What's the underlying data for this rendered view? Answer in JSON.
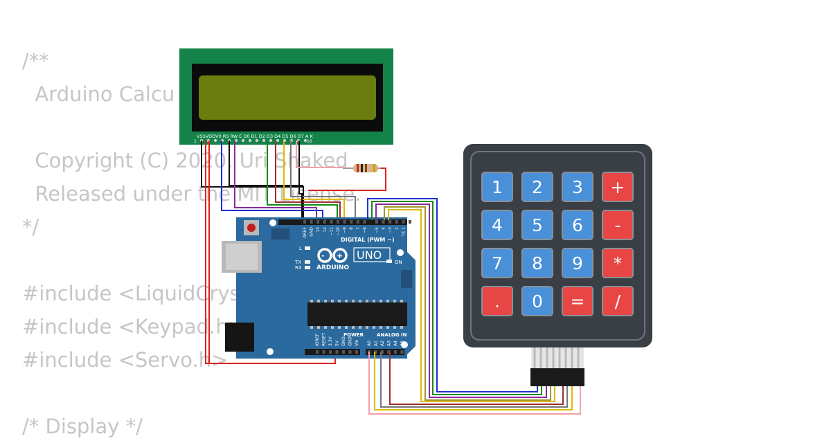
{
  "code_lines": [
    "/**",
    "  Arduino Calcu",
    "",
    "  Copyright (C) 2020, Uri Shaked",
    "  Released under the MIT License.",
    "*/",
    "",
    "#include <LiquidCrys",
    "#include <Keypad.h>",
    "#include <Servo.h>",
    "",
    "/* Display */"
  ],
  "lcd": {
    "pin_labels": "VSSVDDV0 RS RW E  D0 D1 D2 D3 D4 D5 D6 D7 A  K",
    "pin_first": "1",
    "pin_last": "16",
    "bezel_color": "#14834a",
    "screen_color": "#6a7d0e"
  },
  "arduino": {
    "logo_text": "ARDUINO",
    "model": "UNO",
    "digital_label": "DIGITAL (PWM ~)",
    "power_label": "POWER",
    "analog_label": "ANALOG IN",
    "on_label": "ON",
    "led_l": "L",
    "led_tx": "TX",
    "led_rx": "RX",
    "top_pins": [
      "AREF",
      "GND",
      "13",
      "12",
      "~11",
      "~10",
      "~9",
      "8",
      "7",
      "~6",
      "~5",
      "4",
      "~3",
      "2",
      "TX 1",
      "RX 0"
    ],
    "power_pins": [
      "IOREF",
      "RESET",
      "3.3V",
      "5V",
      "GND",
      "GND",
      "Vin"
    ],
    "analog_pins": [
      "A0",
      "A1",
      "A2",
      "A3",
      "A4",
      "A5"
    ],
    "board_color": "#2b6a9e"
  },
  "keypad": {
    "keys": [
      "1",
      "2",
      "3",
      "+",
      "4",
      "5",
      "6",
      "-",
      "7",
      "8",
      "9",
      "*",
      ".",
      "0",
      "=",
      "/"
    ],
    "blue": "#4a90d9",
    "red": "#e84545"
  }
}
